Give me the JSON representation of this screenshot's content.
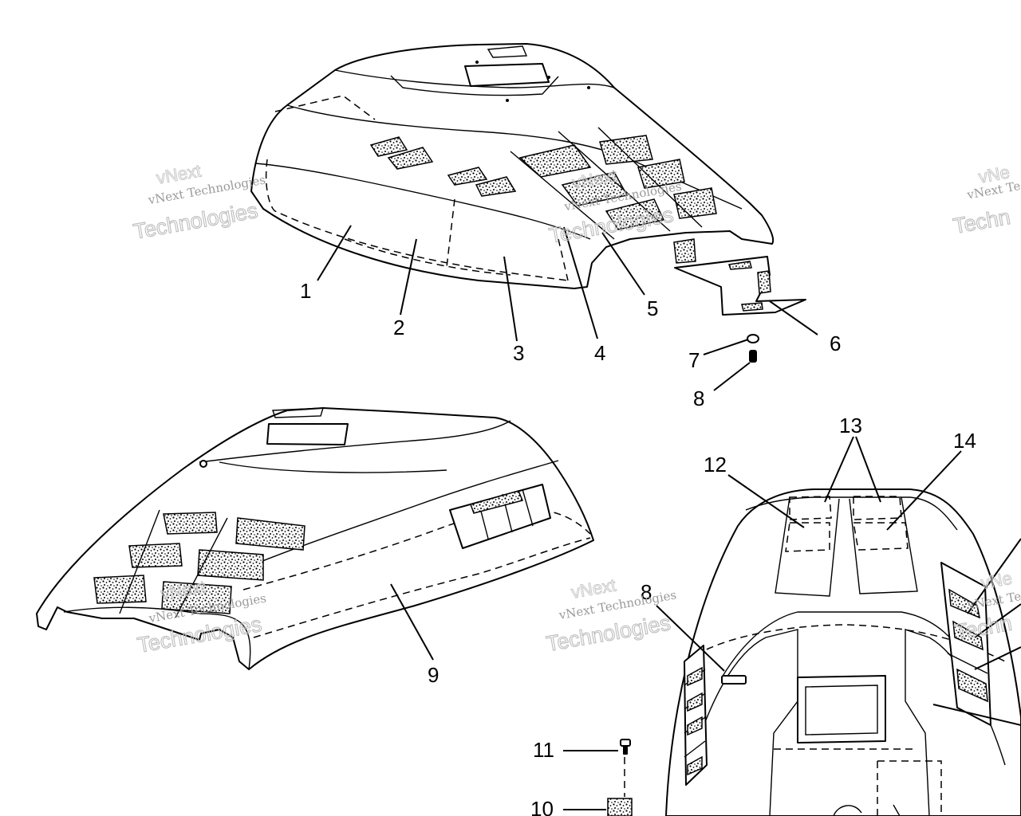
{
  "callouts": {
    "c1": "1",
    "c2": "2",
    "c3": "3",
    "c4": "4",
    "c5": "5",
    "c6": "6",
    "c7": "7",
    "c8a": "8",
    "c8b": "8",
    "c9": "9",
    "c10": "10",
    "c11": "11",
    "c12": "12",
    "c13": "13",
    "c14": "14"
  },
  "watermark": {
    "small": "vNext Technologies",
    "large": "Technologies",
    "top": "vNext",
    "small_partial": "vNext Te",
    "top_partial": "vNe",
    "large_partial": "Techn"
  }
}
